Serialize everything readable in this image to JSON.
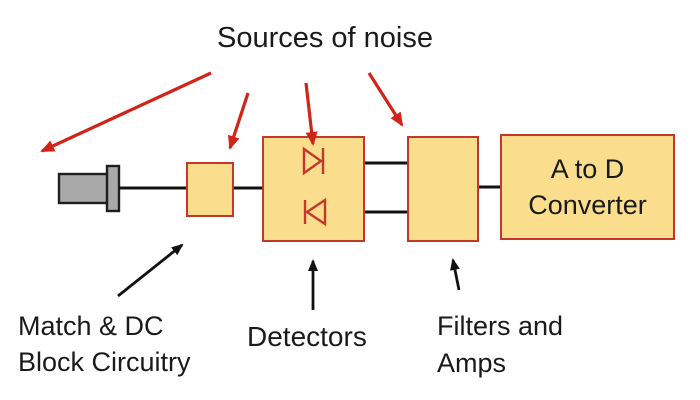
{
  "title": "Sources of noise",
  "components": {
    "match_block": {
      "label_line1": "Match & DC",
      "label_line2": "Block Circuitry"
    },
    "detectors": {
      "label": "Detectors"
    },
    "filters_amps": {
      "label_line1": "Filters and",
      "label_line2": "Amps"
    },
    "adc": {
      "label_line1": "A to D",
      "label_line2": "Converter"
    }
  },
  "icons": {
    "input_connector": "rf-connector-icon",
    "detector_diode_top": "diode-right-icon",
    "detector_diode_bottom": "diode-left-icon",
    "noise_pointers": "red-arrow-icon",
    "label_pointers": "black-arrow-icon"
  },
  "colors": {
    "box_fill": "#FBDE8D",
    "box_border": "#C2392B",
    "noise_arrow": "#D12318",
    "diode_stroke": "#C2392B",
    "signal_line": "#111111",
    "pointer_arrow": "#111111",
    "text": "#1A1A1A",
    "connector_fill": "#A9A9A9",
    "connector_border": "#1F1F1F",
    "background": "#FFFFFF"
  }
}
